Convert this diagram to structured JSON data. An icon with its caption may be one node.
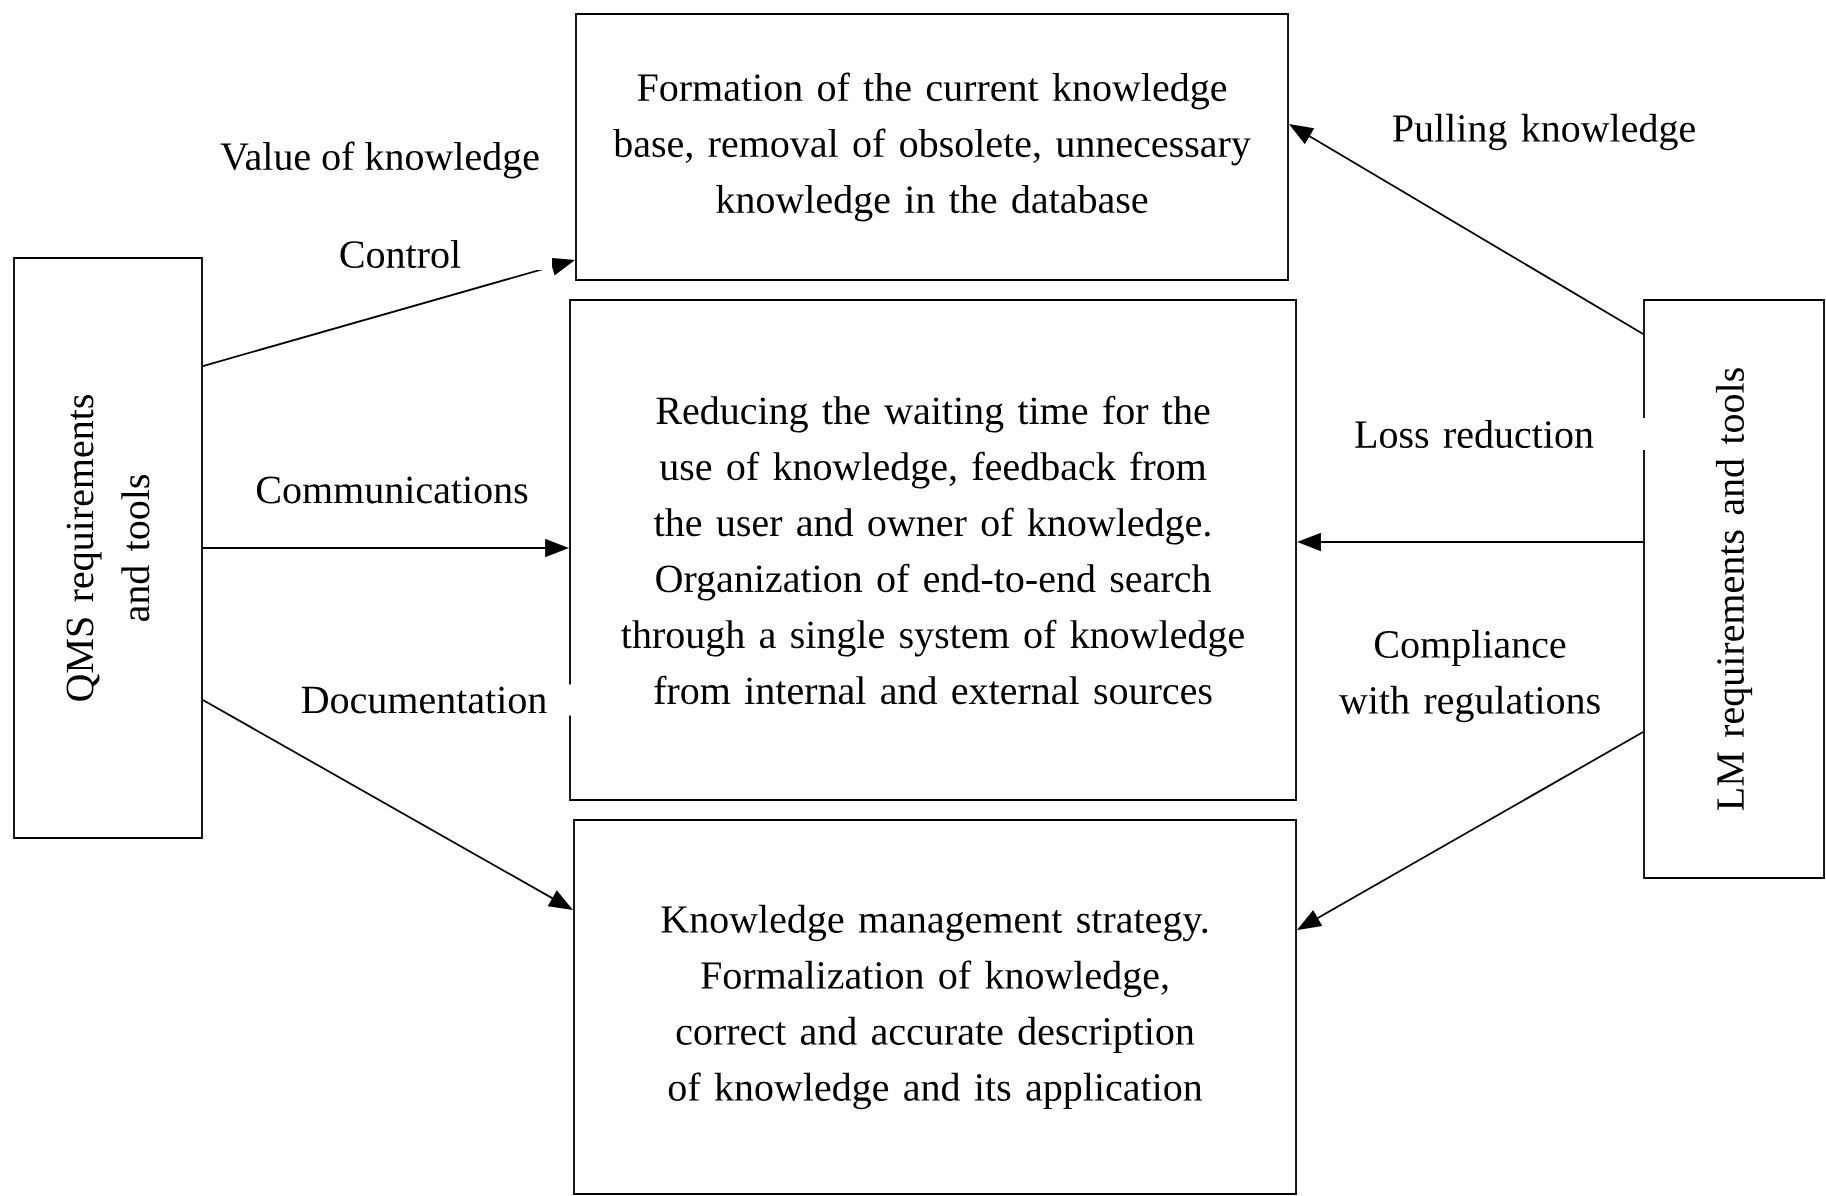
{
  "diagram": {
    "nodes": [
      {
        "text": [
          "QMS requirements and tools"
        ]
      },
      {
        "text": [
          "Formation of the current knowledge base, removal of obsolete, unnecessary knowledge in the database"
        ]
      },
      {
        "text": [
          "Reducing the waiting time for the use of knowledge, feedback from the user and owner of knowledge. Organization of end-to-end search through a single system of knowledge from internal and external sources"
        ]
      },
      {
        "text": [
          "Knowledge management strategy. Formalization of knowledge, correct and accurate description of knowledge and its application"
        ]
      },
      {
        "text": [
          "LM requirements and tools"
        ]
      }
    ],
    "edges": [
      {
        "from": 0,
        "to": 1,
        "arrow": "to",
        "label": "Control"
      },
      {
        "from": 0,
        "to": 2,
        "arrow": "to",
        "label": "Communications"
      },
      {
        "from": 0,
        "to": 3,
        "arrow": "to",
        "label": "Documentation"
      },
      {
        "from": 4,
        "to": 1,
        "arrow": "to",
        "label": "Pulling knowledge"
      },
      {
        "from": 4,
        "to": 2,
        "arrow": "to",
        "label": "Loss reduction"
      },
      {
        "from": 4,
        "to": 3,
        "arrow": "to",
        "label": "Compliance with regulations"
      }
    ],
    "labels": [
      "Value of knowledge"
    ]
  }
}
